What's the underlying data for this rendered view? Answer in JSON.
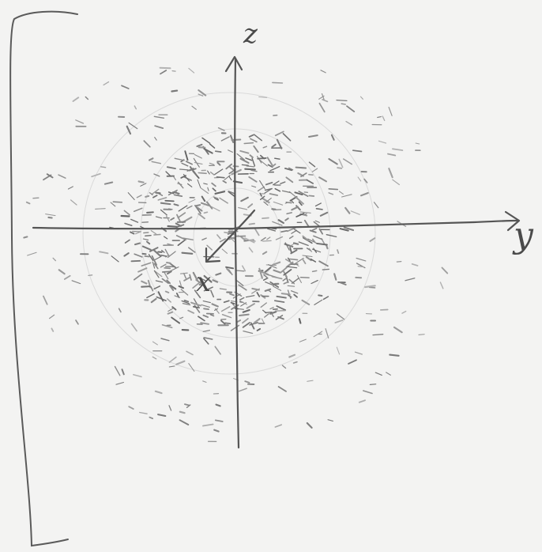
{
  "axes": {
    "z_label": "z",
    "y_label": "y",
    "x_label": "x"
  },
  "colors": {
    "paper": "#f3f3f2",
    "ink": "#555555",
    "ink_light": "#8a8a8a",
    "ring_guide": "#d6d6d6"
  }
}
